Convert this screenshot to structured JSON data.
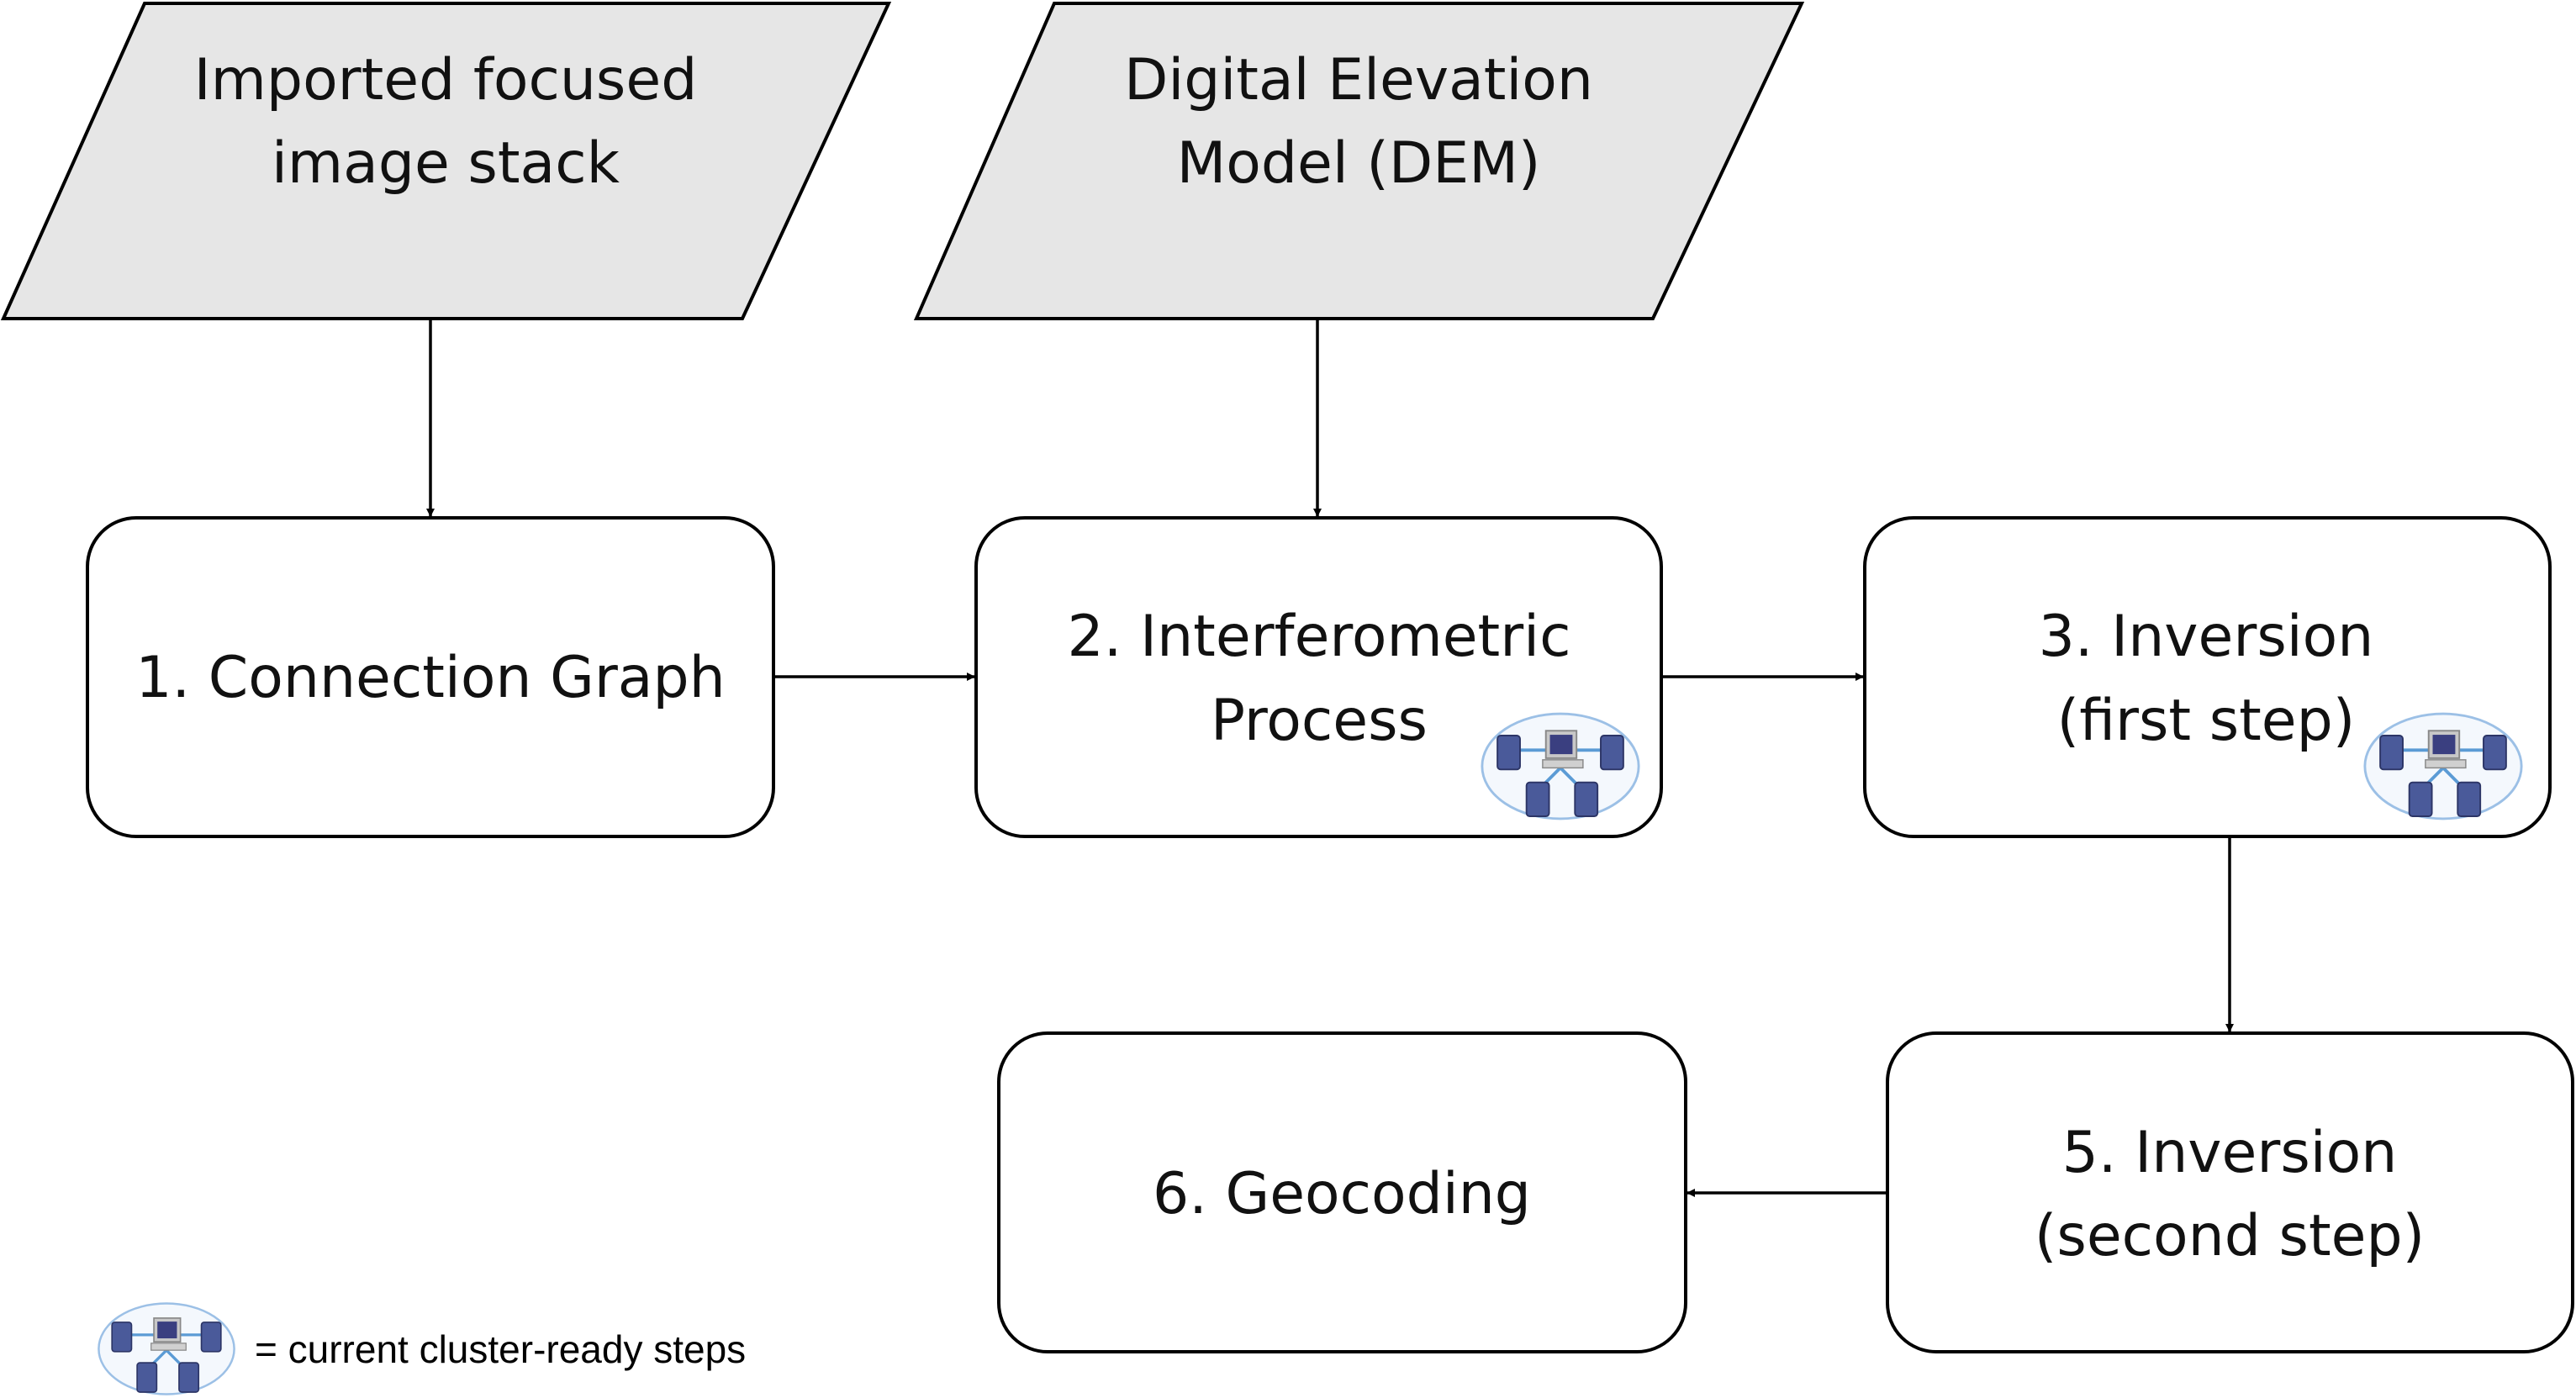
{
  "inputs": [
    {
      "lines": [
        "Imported focused",
        "image stack"
      ]
    },
    {
      "lines": [
        "Digital Elevation",
        "Model (DEM)"
      ]
    }
  ],
  "steps": [
    {
      "lines": [
        "1. Connection Graph"
      ],
      "cluster_ready": false
    },
    {
      "lines": [
        "2. Interferometric",
        "Process"
      ],
      "cluster_ready": true
    },
    {
      "lines": [
        "3. Inversion",
        "(first step)"
      ],
      "cluster_ready": true
    },
    {
      "lines": [
        "5. Inversion",
        "(second step)"
      ],
      "cluster_ready": false
    },
    {
      "lines": [
        "6. Geocoding"
      ],
      "cluster_ready": false
    }
  ],
  "legend": {
    "icon": "cluster-icon",
    "text": "= current cluster-ready steps"
  },
  "colors": {
    "input_fill": "#e6e6e6",
    "step_fill": "#ffffff",
    "server": "#4a5a9a",
    "cluster_ring": "#9cc0e6"
  }
}
